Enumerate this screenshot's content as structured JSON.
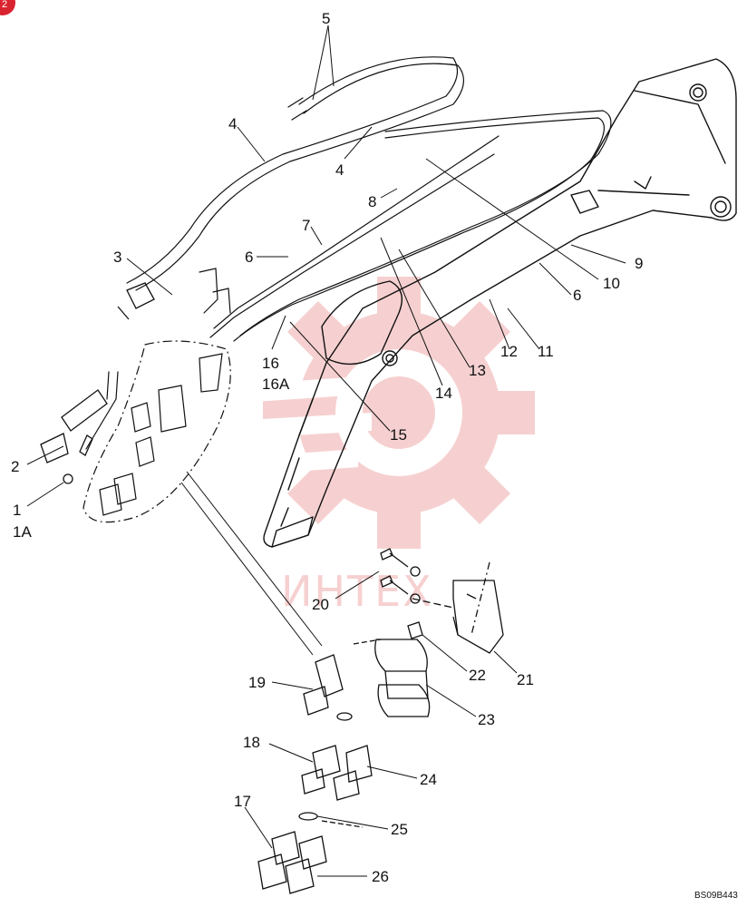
{
  "diagram": {
    "drawing_code": "BS09B443",
    "watermark_text": "ИНТЕХ",
    "badge_text": "2",
    "callouts": [
      "1",
      "1A",
      "2",
      "3",
      "4",
      "4",
      "5",
      "6",
      "6",
      "7",
      "8",
      "9",
      "10",
      "11",
      "12",
      "13",
      "14",
      "15",
      "16",
      "16A",
      "17",
      "18",
      "19",
      "20",
      "21",
      "22",
      "23",
      "24",
      "25",
      "26"
    ]
  },
  "colors": {
    "line": "#111111",
    "watermark": "#f6d0d0",
    "badge": "#d9232e"
  }
}
